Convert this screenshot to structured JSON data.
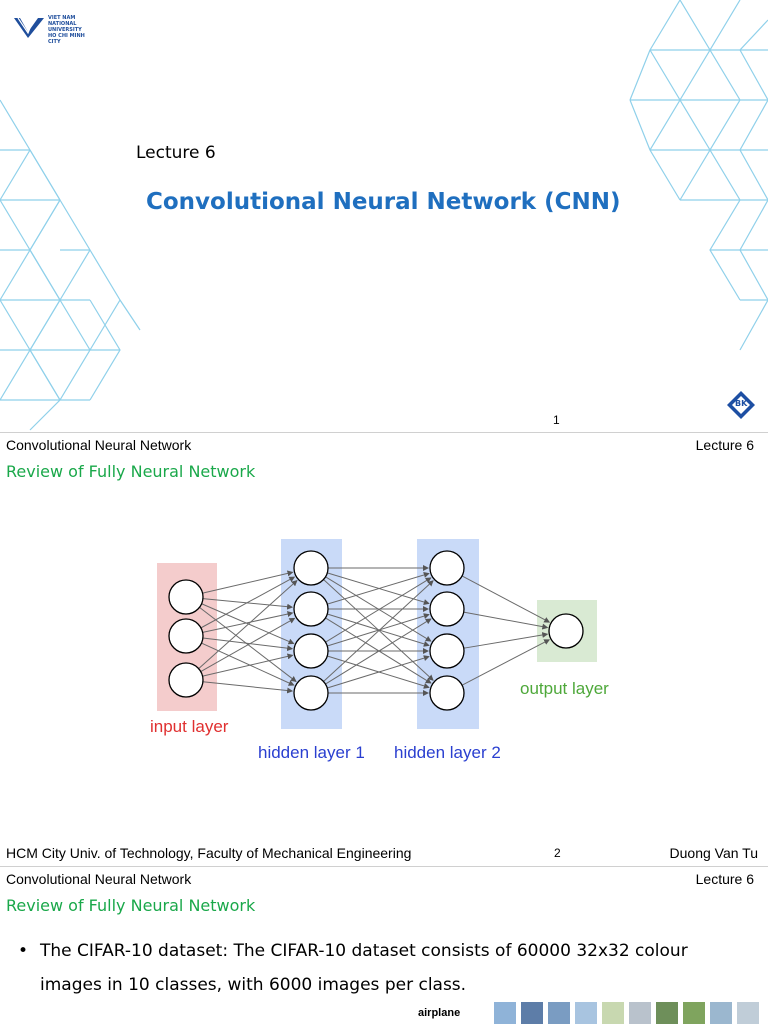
{
  "slide1": {
    "university_logo_text": [
      "VIET NAM",
      "NATIONAL",
      "UNIVERSITY",
      "HO CHI MINH CITY"
    ],
    "lecture": "Lecture 6",
    "title": "Convolutional Neural Network (CNN)",
    "page_number": "1",
    "bk_logo_text": "BK"
  },
  "slide2": {
    "header_left": "Convolutional Neural Network",
    "header_right": "Lecture 6",
    "section_title": "Review of Fully Neural Network",
    "diagram": {
      "input_label": "input layer",
      "hidden1_label": "hidden layer 1",
      "hidden2_label": "hidden layer 2",
      "output_label": "output layer",
      "colors": {
        "input_bg": "#f4cccc",
        "hidden_bg": "#c9daf8",
        "output_bg": "#d9ead3"
      }
    },
    "footer_left": "HCM City Univ. of Technology, Faculty of Mechanical Engineering",
    "footer_center": "2",
    "footer_right": "Duong Van Tu"
  },
  "slide3": {
    "header_left": "Convolutional Neural Network",
    "header_right": "Lecture 6",
    "section_title": "Review of Fully Neural Network",
    "bullet": "The CIFAR-10 dataset: The CIFAR-10 dataset consists of 60000 32x32 colour images in 10 classes, with 6000 images per class.",
    "class_label": "airplane"
  }
}
